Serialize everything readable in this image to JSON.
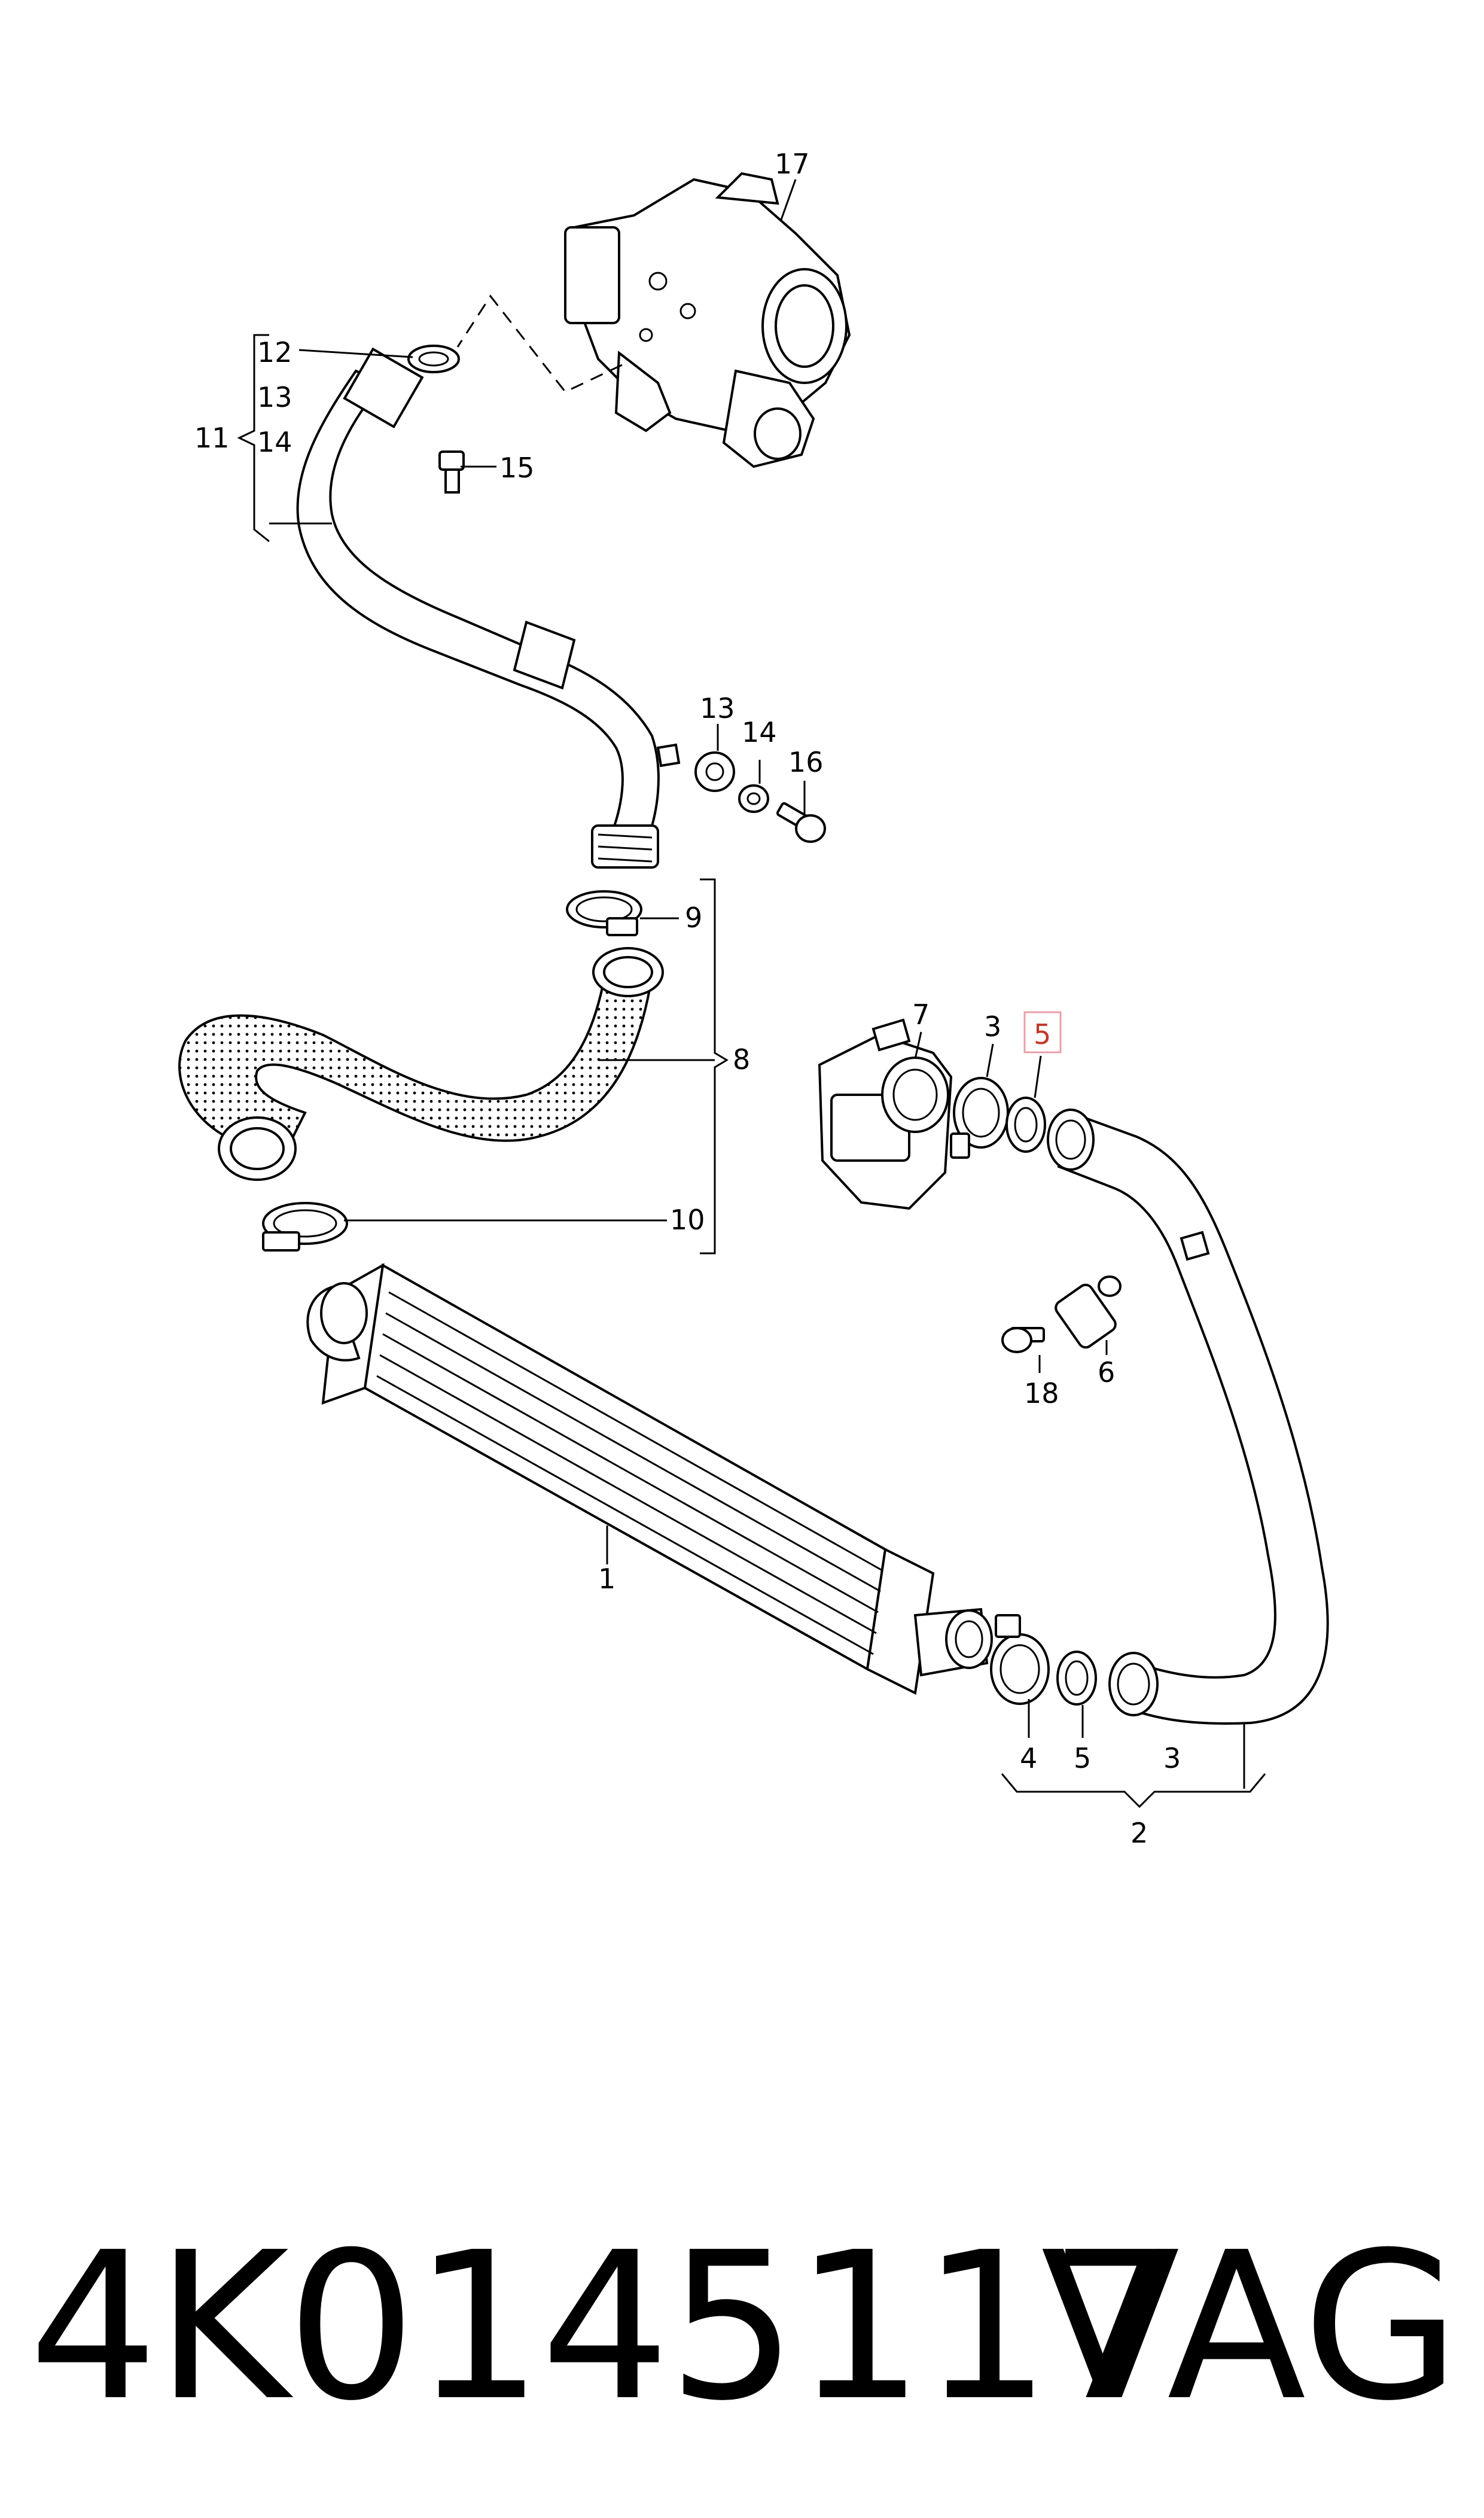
{
  "diagram": {
    "callouts": {
      "c1": "1",
      "c2": "2",
      "c3a": "3",
      "c3b": "3",
      "c4": "4",
      "c5a": "5",
      "c5b": "5",
      "c6": "6",
      "c7": "7",
      "c8": "8",
      "c9": "9",
      "c10": "10",
      "c11": "11",
      "c12": "12",
      "c13a": "13",
      "c13b": "13",
      "c14a": "14",
      "c14b": "14",
      "c15": "15",
      "c16": "16",
      "c17": "17",
      "c18": "18"
    },
    "highlight_color": "#e8a0a8"
  },
  "footer": {
    "part_number": "4K0145117",
    "brand": "VAG"
  }
}
